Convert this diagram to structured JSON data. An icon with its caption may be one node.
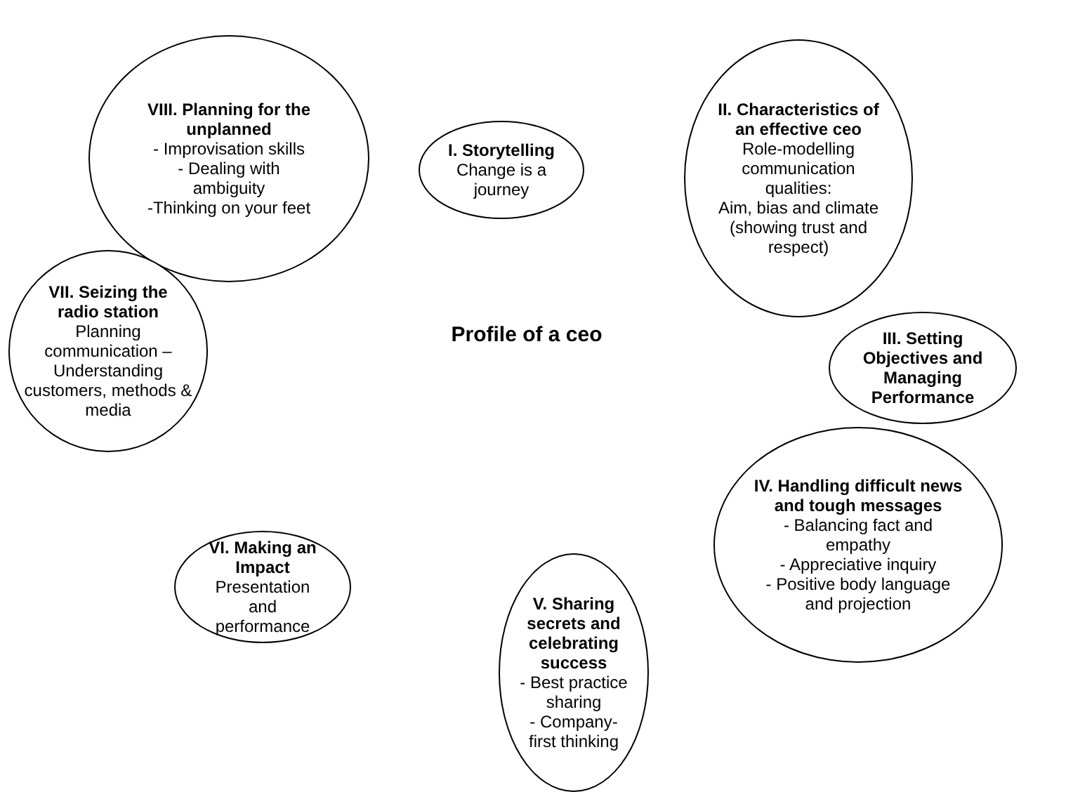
{
  "diagram": {
    "title": "Profile of a ceo",
    "nodes": [
      {
        "text": [
          "VIII. Planning for the unplanned",
          "- Improvisation skills",
          "- Dealing with ambiguity",
          "-Thinking on your feet"
        ]
      },
      {
        "text": [
          "I. Storytelling",
          "Change is a journey"
        ]
      },
      {
        "text": [
          "II. Characteristics of an effective ceo",
          "Role-modelling communication qualities:",
          "Aim, bias and climate (showing trust and respect)"
        ]
      },
      {
        "text": [
          "VII. Seizing the radio station",
          "Planning communication – Understanding customers, methods & media"
        ]
      },
      {
        "text": [
          "III. Setting Objectives and Managing Performance"
        ]
      },
      {
        "text": [
          "IV. Handling difficult news and tough messages",
          "- Balancing fact and empathy",
          "- Appreciative inquiry",
          "- Positive body language and projection"
        ]
      },
      {
        "text": [
          "VI. Making an Impact",
          "Presentation and performance"
        ]
      },
      {
        "text": [
          "V. Sharing secrets and celebrating success",
          "- Best practice sharing",
          "- Company-first thinking"
        ]
      }
    ]
  }
}
